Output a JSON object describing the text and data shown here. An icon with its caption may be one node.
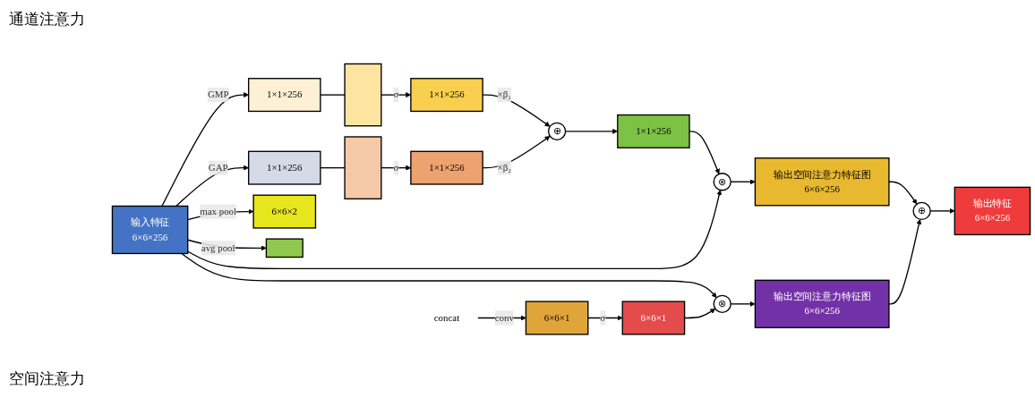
{
  "diagram": {
    "nodes": [
      {
        "text": [
          "输入特征",
          "6×6×256"
        ]
      },
      {
        "text": [
          "1×1×256"
        ]
      },
      {
        "text": [],
        "shape": "bar"
      },
      {
        "text": [
          "1×1×256"
        ]
      },
      {
        "text": [
          "1×1×256"
        ]
      },
      {
        "text": [],
        "shape": "bar"
      },
      {
        "text": [
          "1×1×256"
        ]
      },
      {
        "text": [
          "⊕"
        ]
      },
      {
        "text": [
          "1×1×256"
        ]
      },
      {
        "text": [
          "⊗"
        ]
      },
      {
        "text": [
          "输出空间注意力特征图",
          "6×6×256"
        ]
      },
      {
        "text": [
          "6×6×2"
        ]
      },
      {
        "text": [],
        "shape": "box"
      },
      {
        "text": [
          "concat"
        ]
      },
      {
        "text": [
          "6×6×1"
        ]
      },
      {
        "text": [
          "6×6×1"
        ]
      },
      {
        "text": [
          "⊗"
        ]
      },
      {
        "text": [
          "输出空间注意力特征图",
          "6×6×256"
        ]
      },
      {
        "text": [
          "⊕"
        ]
      },
      {
        "text": [
          "输出特征",
          "6×6×256"
        ]
      }
    ],
    "edges": [
      {
        "from": 0,
        "to": 1,
        "arrow": "to",
        "label": "GMP"
      },
      {
        "from": 0,
        "to": 4,
        "arrow": "to",
        "label": "GAP"
      },
      {
        "from": 1,
        "to": 2,
        "arrow": "none"
      },
      {
        "from": 2,
        "to": 3,
        "arrow": "to",
        "label": "σ"
      },
      {
        "from": 4,
        "to": 5,
        "arrow": "none"
      },
      {
        "from": 5,
        "to": 6,
        "arrow": "to",
        "label": "σ"
      },
      {
        "from": 3,
        "to": 7,
        "arrow": "to",
        "label": "×β₁"
      },
      {
        "from": 6,
        "to": 7,
        "arrow": "to",
        "label": "×β₂"
      },
      {
        "from": 7,
        "to": 8,
        "arrow": "to"
      },
      {
        "from": 8,
        "to": 9,
        "arrow": "to"
      },
      {
        "from": 0,
        "to": 9,
        "arrow": "to"
      },
      {
        "from": 9,
        "to": 10,
        "arrow": "to"
      },
      {
        "from": 0,
        "to": 16,
        "arrow": "to"
      },
      {
        "from": 0,
        "to": 11,
        "arrow": "to",
        "label": "max pool"
      },
      {
        "from": 0,
        "to": 12,
        "arrow": "to",
        "label": "avg pool"
      },
      {
        "from": 13,
        "to": 14,
        "arrow": "to",
        "label": "conv"
      },
      {
        "from": 14,
        "to": 15,
        "arrow": "to",
        "label": "σ"
      },
      {
        "from": 15,
        "to": 16,
        "arrow": "to"
      },
      {
        "from": 16,
        "to": 17,
        "arrow": "to"
      },
      {
        "from": 10,
        "to": 18,
        "arrow": "to"
      },
      {
        "from": 17,
        "to": 18,
        "arrow": "to"
      },
      {
        "from": 18,
        "to": 19,
        "arrow": "to"
      }
    ],
    "labels": [
      "通道注意力",
      "空间注意力"
    ]
  }
}
